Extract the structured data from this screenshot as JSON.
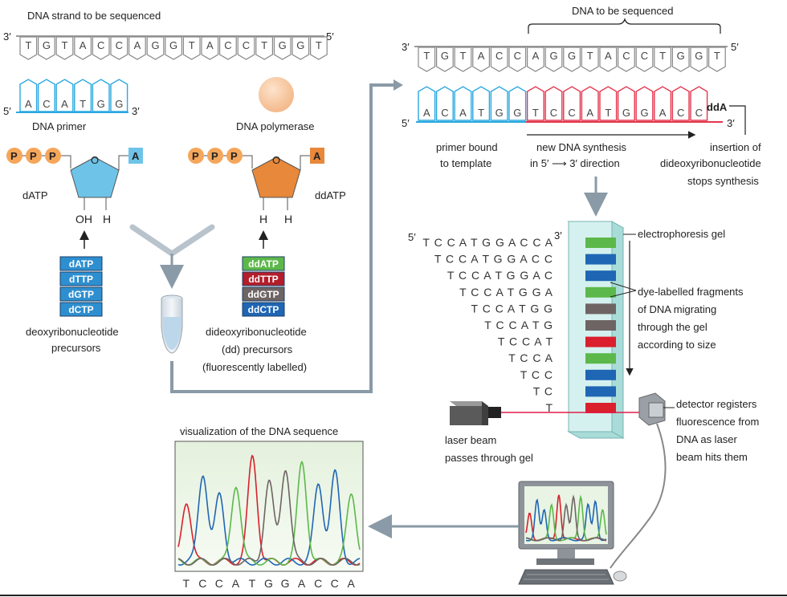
{
  "labels": {
    "strand_title": "DNA strand to be sequenced",
    "prime3": "3′",
    "prime5": "5′",
    "primer_label": "DNA primer",
    "polymerase_label": "DNA polymerase",
    "datp_label": "dATP",
    "ddatp_label": "ddATP",
    "phosphate": "P",
    "ring_o": "O",
    "oh": "OH",
    "h": "H",
    "adenine": "A",
    "deoxy_caption_1": "deoxyribonucleotide",
    "deoxy_caption_2": "precursors",
    "dd_caption_1": "dideoxyribonucleotide",
    "dd_caption_2": "(dd) precursors",
    "dd_caption_3": "(fluorescently labelled)",
    "dna_to_be_sequenced": "DNA to be sequenced",
    "dda": "ddA",
    "primer_bound_1": "primer bound",
    "primer_bound_2": "to template",
    "new_synth_1": "new DNA synthesis",
    "new_synth_2": "in 5′ ⟶ 3′ direction",
    "insertion_1": "insertion of",
    "insertion_2": "dideoxyribonucleotide",
    "insertion_3": "stops synthesis",
    "gel_label": "electrophoresis gel",
    "dye_1": "dye-labelled fragments",
    "dye_2": "of DNA migrating",
    "dye_3": "through the gel",
    "dye_4": "according to size",
    "laser_1": "laser beam",
    "laser_2": "passes through gel",
    "detector_1": "detector registers",
    "detector_2": "fluorescence from",
    "detector_3": "DNA as laser",
    "detector_4": "beam hits them",
    "visualization_title": "visualization of the DNA sequence"
  },
  "template_bases": [
    "T",
    "G",
    "T",
    "A",
    "C",
    "C",
    "A",
    "G",
    "G",
    "T",
    "A",
    "C",
    "C",
    "T",
    "G",
    "G",
    "T"
  ],
  "primer_bases": [
    "A",
    "C",
    "A",
    "T",
    "G",
    "G"
  ],
  "new_bases": [
    "T",
    "C",
    "C",
    "A",
    "T",
    "G",
    "G",
    "A",
    "C",
    "C"
  ],
  "dntp_list": [
    "dATP",
    "dTTP",
    "dGTP",
    "dCTP"
  ],
  "ddntp_list": [
    "ddATP",
    "ddTTP",
    "ddGTP",
    "ddCTP"
  ],
  "fragments": [
    "TCCATGGACCA",
    "TCCATGGACC",
    "TCCATGGAC",
    "TCCATGGA",
    "TCCATGG",
    "TCCATG",
    "TCCAT",
    "TCCA",
    "TCC",
    "TC",
    "T"
  ],
  "sequence_readout": [
    "T",
    "C",
    "C",
    "A",
    "T",
    "G",
    "G",
    "A",
    "C",
    "C",
    "A"
  ],
  "colors": {
    "A": "#5cb84a",
    "C": "#1f66b4",
    "G": "#6e6464",
    "T": "#d9202c",
    "primer": "#2aa8e0",
    "new_strand": "#e3374e",
    "template": "#888888",
    "sugar_d": "#6ec3e8",
    "sugar_dd": "#e8883a"
  }
}
